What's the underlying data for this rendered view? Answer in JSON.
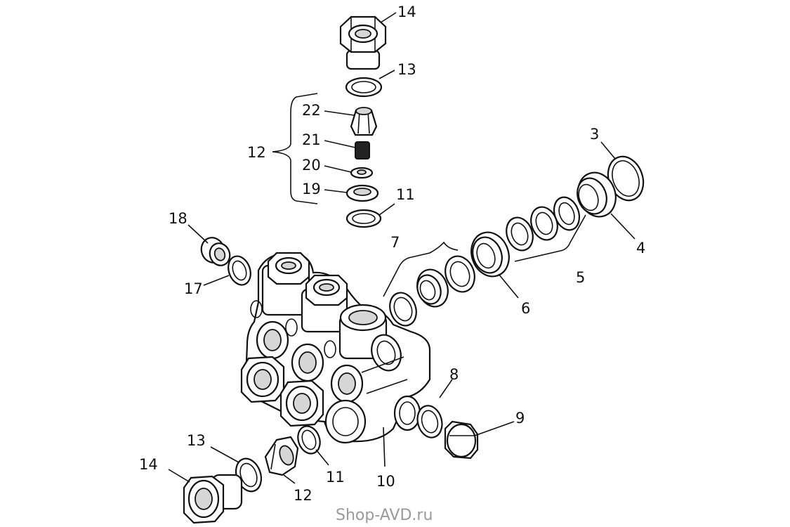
{
  "callouts": {
    "n3": "3",
    "n4": "4",
    "n5": "5",
    "n6": "6",
    "n7": "7",
    "n8": "8",
    "n9": "9",
    "n10": "10",
    "n11_top": "11",
    "n11_bottom": "11",
    "n12_top": "12",
    "n12_bottom": "12",
    "n13_top": "13",
    "n13_bottom": "13",
    "n14_top": "14",
    "n14_bottom": "14",
    "n17": "17",
    "n18": "18",
    "n19": "19",
    "n20": "20",
    "n21": "21",
    "n22": "22"
  },
  "watermark": "Shop-AVD.ru"
}
